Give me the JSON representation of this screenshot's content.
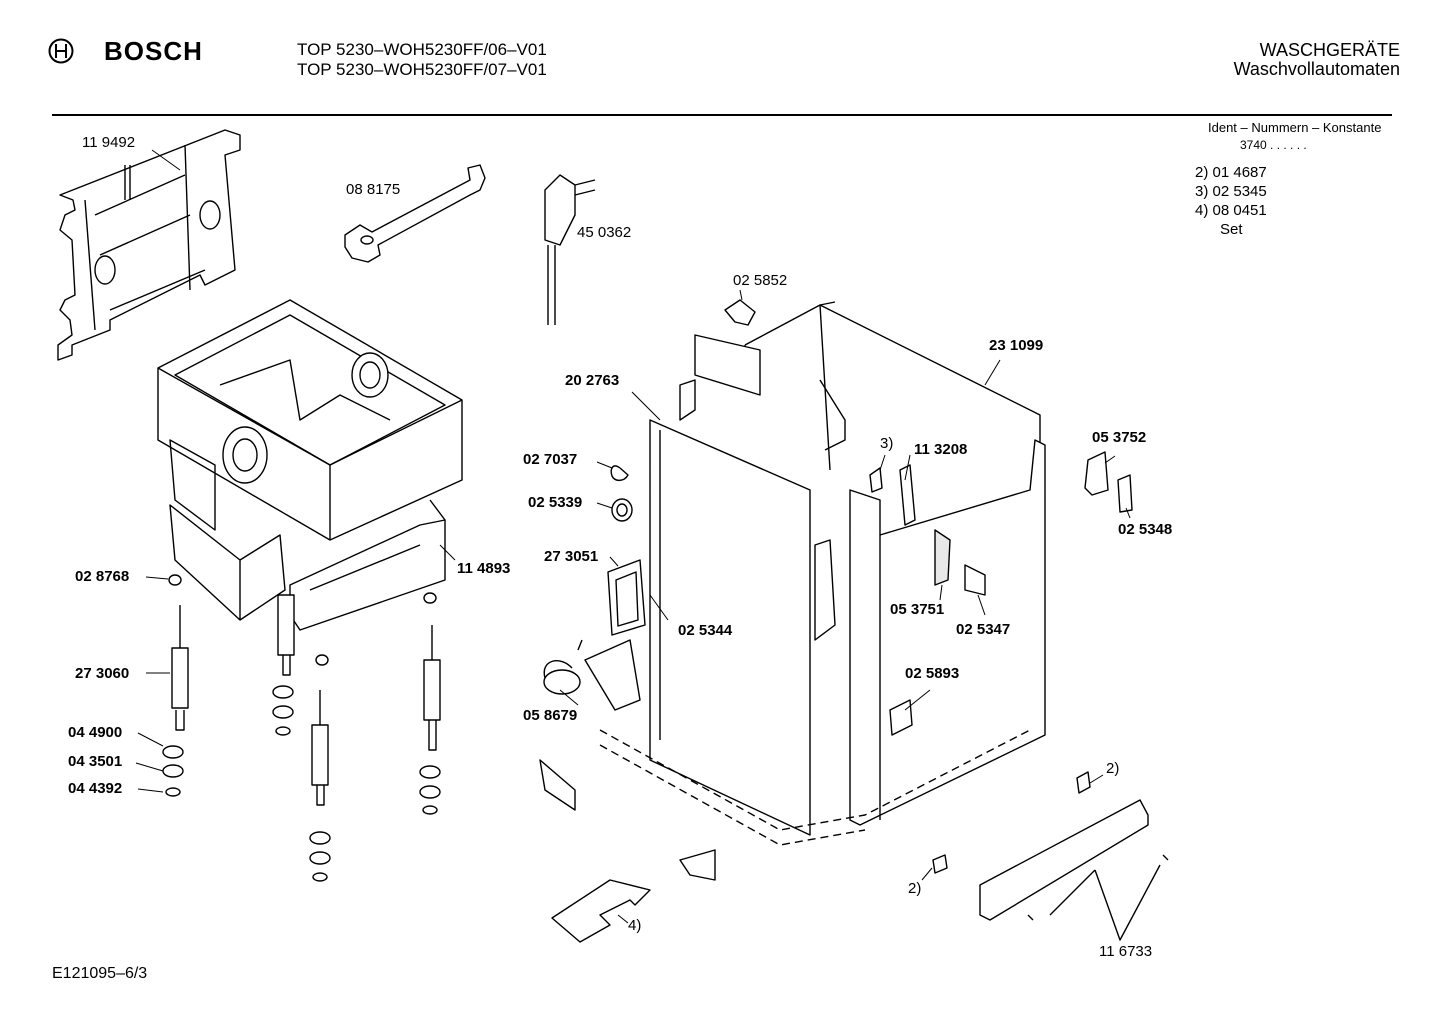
{
  "header": {
    "brand": "BOSCH",
    "model_line_1": "TOP 5230–WOH5230FF/06–V01",
    "model_line_2": "TOP 5230–WOH5230FF/07–V01",
    "category": "WASCHGERÄTE",
    "subcategory": "Waschvollautomaten"
  },
  "ident": {
    "title": "Ident – Nummern – Konstante",
    "value": "3740  .  .  .  .  .  .",
    "notes": [
      "2)  01 4687",
      "3)  02 5345",
      "4)  08 0451",
      "Set"
    ]
  },
  "parts": {
    "p119492": "11 9492",
    "p088175": "08 8175",
    "p450362": "45 0362",
    "p025852": "02 5852",
    "p231099": "23 1099",
    "p202763": "20 2763",
    "p027037": "02 7037",
    "p025339": "02 5339",
    "p273051": "27 3051",
    "p114893": "11 4893",
    "p028768": "02 8768",
    "p273060": "27 3060",
    "p044900": "04 4900",
    "p043501": "04 3501",
    "p044392": "04 4392",
    "p025344": "02 5344",
    "p058679": "05 8679",
    "p113208": "11 3208",
    "p053752": "05 3752",
    "p025348": "02 5348",
    "p053751": "05 3751",
    "p025347": "02 5347",
    "p025893": "02 5893",
    "p116733": "11 6733"
  },
  "footnote_marks": {
    "n3": "3)",
    "n2a": "2)",
    "n2b": "2)",
    "n4": "4)"
  },
  "footer": {
    "code": "E121095–6/3"
  }
}
